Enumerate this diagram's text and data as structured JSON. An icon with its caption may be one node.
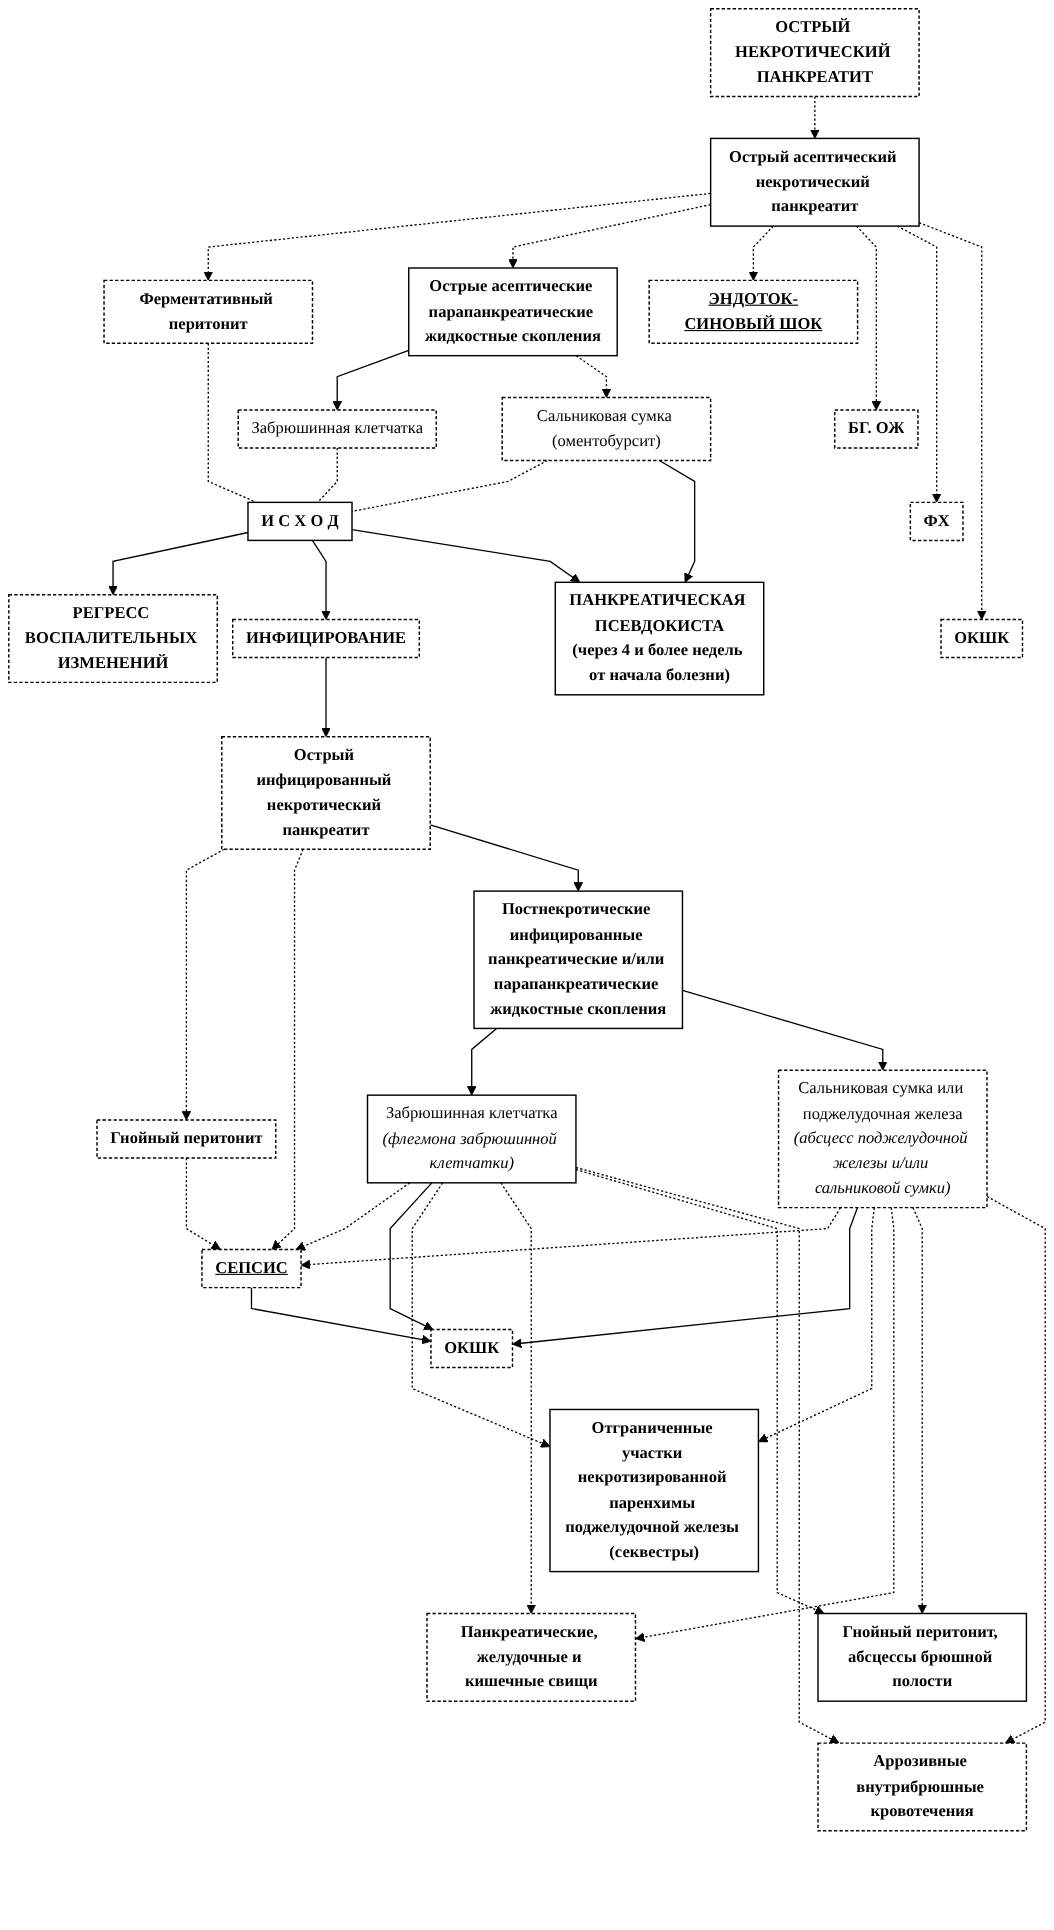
{
  "diagram": {
    "nodes": [
      {
        "text": [
          "ОСТРЫЙ НЕКРОТИЧЕСКИЙ ПАНКРЕАТИТ"
        ]
      },
      {
        "text": [
          "Острый асептический некротический панкреатит"
        ]
      },
      {
        "text": [
          "Ферментативный перитонит"
        ]
      },
      {
        "text": [
          "Острые асептические парапанкреатические жидкостные скопления"
        ]
      },
      {
        "text": [
          "ЭНДОТОК-СИНОВЫЙ ШОК"
        ]
      },
      {
        "text": [
          "БГ. ОЖ"
        ]
      },
      {
        "text": [
          "ФХ"
        ]
      },
      {
        "text": [
          "ОКШК"
        ]
      },
      {
        "text": [
          "Забрюшинная клетчатка"
        ]
      },
      {
        "text": [
          "Сальниковая сумка (оментобурсит)"
        ]
      },
      {
        "text": [
          "И С Х О Д"
        ]
      },
      {
        "text": [
          "РЕГРЕСС ВОСПАЛИТЕЛЬНЫХ ИЗМЕНЕНИЙ"
        ]
      },
      {
        "text": [
          "ПАНКРЕАТИЧЕСКАЯ ПСЕВДОКИСТА",
          "(через 4 и более недель от начала болезни)"
        ]
      },
      {
        "text": [
          "ИНФИЦИРОВАНИЕ"
        ]
      },
      {
        "text": [
          "Острый инфицированный некротический панкреатит"
        ]
      },
      {
        "text": [
          "Гнойный перитонит"
        ]
      },
      {
        "text": [
          "Постнекротические инфицированные панкреатические и/или парапанкреатические жидкостные скопления"
        ]
      },
      {
        "text": [
          "Забрюшинная клетчатка",
          "(флегмона забрюшинной клетчатки)"
        ]
      },
      {
        "text": [
          "Сальниковая сумка или поджелудочная железа",
          "(абсцесс поджелудочной железы и/или сальниковой сумки)"
        ]
      },
      {
        "text": [
          "СЕПСИС"
        ]
      },
      {
        "text": [
          "ОКШК"
        ]
      },
      {
        "text": [
          "Отграниченные участки некротизированной паренхимы поджелудочной железы (секвестры)"
        ]
      },
      {
        "text": [
          "Панкреатические, желудочные и кишечные свищи"
        ]
      },
      {
        "text": [
          "Гнойный перитонит, абсцессы брюшной полости"
        ]
      },
      {
        "text": [
          "Аррозивные внутрибрюшные кровотечения"
        ]
      }
    ],
    "edges": [
      {
        "from": 0,
        "to": 1,
        "arrow": "to",
        "style": "dashed"
      },
      {
        "from": 1,
        "to": 2,
        "arrow": "to",
        "style": "dashed"
      },
      {
        "from": 1,
        "to": 3,
        "arrow": "to",
        "style": "dashed"
      },
      {
        "from": 1,
        "to": 4,
        "arrow": "to",
        "style": "dashed"
      },
      {
        "from": 1,
        "to": 5,
        "arrow": "to",
        "style": "dashed"
      },
      {
        "from": 1,
        "to": 6,
        "arrow": "to",
        "style": "dashed"
      },
      {
        "from": 1,
        "to": 7,
        "arrow": "to",
        "style": "dashed"
      },
      {
        "from": 3,
        "to": 8,
        "arrow": "to"
      },
      {
        "from": 3,
        "to": 9,
        "arrow": "to",
        "style": "dashed"
      },
      {
        "from": 2,
        "to": 10,
        "arrow": "none",
        "style": "dashed"
      },
      {
        "from": 8,
        "to": 10,
        "arrow": "none",
        "style": "dashed"
      },
      {
        "from": 9,
        "to": 10,
        "arrow": "none",
        "style": "dashed"
      },
      {
        "from": 9,
        "to": 12,
        "arrow": "to"
      },
      {
        "from": 10,
        "to": 11,
        "arrow": "to"
      },
      {
        "from": 10,
        "to": 13,
        "arrow": "to"
      },
      {
        "from": 10,
        "to": 12,
        "arrow": "to"
      },
      {
        "from": 13,
        "to": 14,
        "arrow": "to"
      },
      {
        "from": 14,
        "to": 15,
        "arrow": "to",
        "style": "dashed"
      },
      {
        "from": 14,
        "to": 19,
        "arrow": "to",
        "style": "dashed"
      },
      {
        "from": 14,
        "to": 16,
        "arrow": "to"
      },
      {
        "from": 16,
        "to": 17,
        "arrow": "to"
      },
      {
        "from": 16,
        "to": 18,
        "arrow": "to"
      },
      {
        "from": 15,
        "to": 19,
        "arrow": "to",
        "style": "dashed"
      },
      {
        "from": 17,
        "to": 19,
        "arrow": "to",
        "style": "dashed"
      },
      {
        "from": 18,
        "to": 19,
        "arrow": "to",
        "style": "dashed"
      },
      {
        "from": 17,
        "to": 20,
        "arrow": "to"
      },
      {
        "from": 18,
        "to": 20,
        "arrow": "to"
      },
      {
        "from": 17,
        "to": 21,
        "arrow": "to",
        "style": "dashed"
      },
      {
        "from": 18,
        "to": 21,
        "arrow": "to",
        "style": "dashed"
      },
      {
        "from": 17,
        "to": 22,
        "arrow": "to",
        "style": "dashed"
      },
      {
        "from": 18,
        "to": 22,
        "arrow": "to",
        "style": "dashed"
      },
      {
        "from": 17,
        "to": 23,
        "arrow": "to",
        "style": "dashed"
      },
      {
        "from": 18,
        "to": 23,
        "arrow": "to",
        "style": "dashed"
      },
      {
        "from": 17,
        "to": 24,
        "arrow": "to",
        "style": "dashed"
      },
      {
        "from": 18,
        "to": 24,
        "arrow": "to",
        "style": "dashed"
      },
      {
        "from": 19,
        "to": 20,
        "arrow": "to"
      }
    ]
  }
}
